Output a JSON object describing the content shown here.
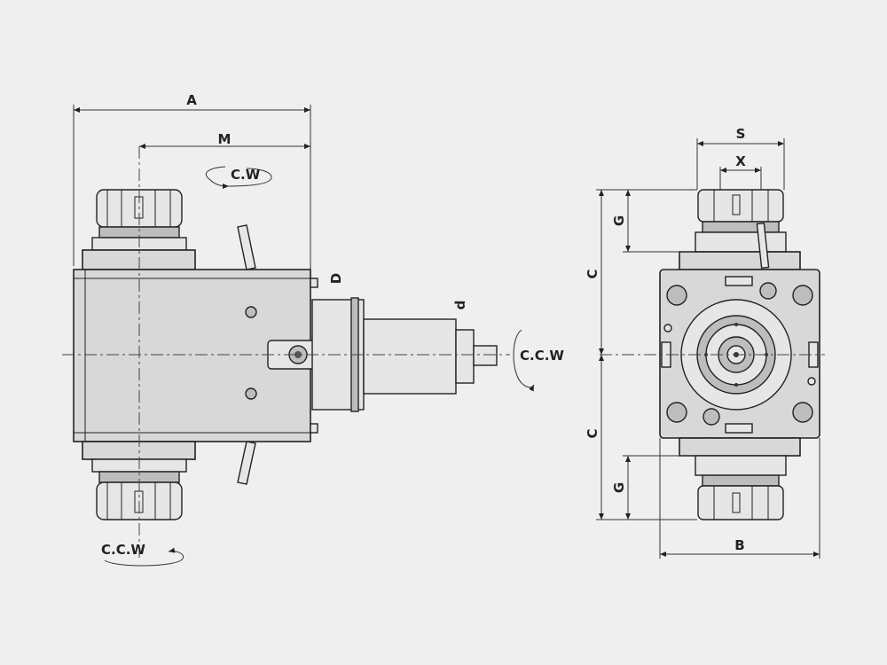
{
  "colors": {
    "background": "#efefef",
    "line": "#222222",
    "body": "#d8d8d8"
  },
  "side_view": {
    "dim_A": "A",
    "dim_M": "M",
    "dim_D": "D",
    "dim_d": "d",
    "rot_top": "C.W",
    "rot_bottom": "C.C.W",
    "rot_spindle": "C.C.W"
  },
  "front_view": {
    "dim_S": "S",
    "dim_X": "X",
    "dim_G_top": "G",
    "dim_C_top": "C",
    "dim_C_bottom": "C",
    "dim_G_bottom": "G",
    "dim_B": "B"
  }
}
